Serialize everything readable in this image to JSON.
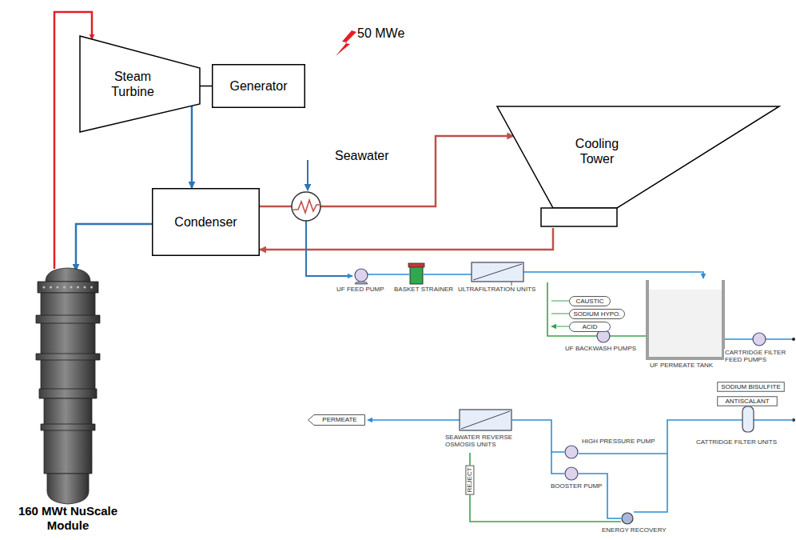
{
  "diagram": {
    "nodes": [
      {
        "text": [
          "Steam Turbine"
        ]
      },
      {
        "text": [
          "Generator"
        ]
      },
      {
        "text": [
          "Cooling Tower"
        ]
      },
      {
        "text": [
          "Condenser"
        ]
      },
      {
        "text": [
          "160 MWt NuScale Module"
        ]
      },
      {
        "text": [
          "CAUSTIC"
        ]
      },
      {
        "text": [
          "SODIUM HYPO."
        ]
      },
      {
        "text": [
          "ACID"
        ]
      },
      {
        "text": [
          "SODIUM BISULFITE"
        ]
      },
      {
        "text": [
          "ANTISCALANT"
        ]
      },
      {
        "text": [
          "PERMEATE"
        ]
      }
    ],
    "edges": [
      {
        "from": 4,
        "to": 0,
        "arrow": "to"
      },
      {
        "from": 0,
        "to": 1,
        "arrow": "none"
      },
      {
        "from": 0,
        "to": 3,
        "arrow": "to"
      },
      {
        "from": 3,
        "to": 4,
        "arrow": "to"
      },
      {
        "from": 3,
        "to": 2,
        "arrow": "to"
      },
      {
        "from": 2,
        "to": 3,
        "arrow": "to"
      }
    ],
    "labels": [
      "50 MWe",
      "Seawater",
      "UF FEED PUMP",
      "BASKET STRAINER",
      "ULTRAFILTRATION UNITS",
      "UF BACKWASH PUMPS",
      "UF PERMEATE TANK",
      "CARTRIDGE FILTER FEED PUMPS",
      "CATTRIDGE FILTER UNITS",
      "HIGH PRESSURE PUMP",
      "BOOSTER PUMP",
      "ENERGY RECOVERY",
      "SEAWATER REVERSE OSMOSIS UNITS",
      "REJECT"
    ]
  }
}
